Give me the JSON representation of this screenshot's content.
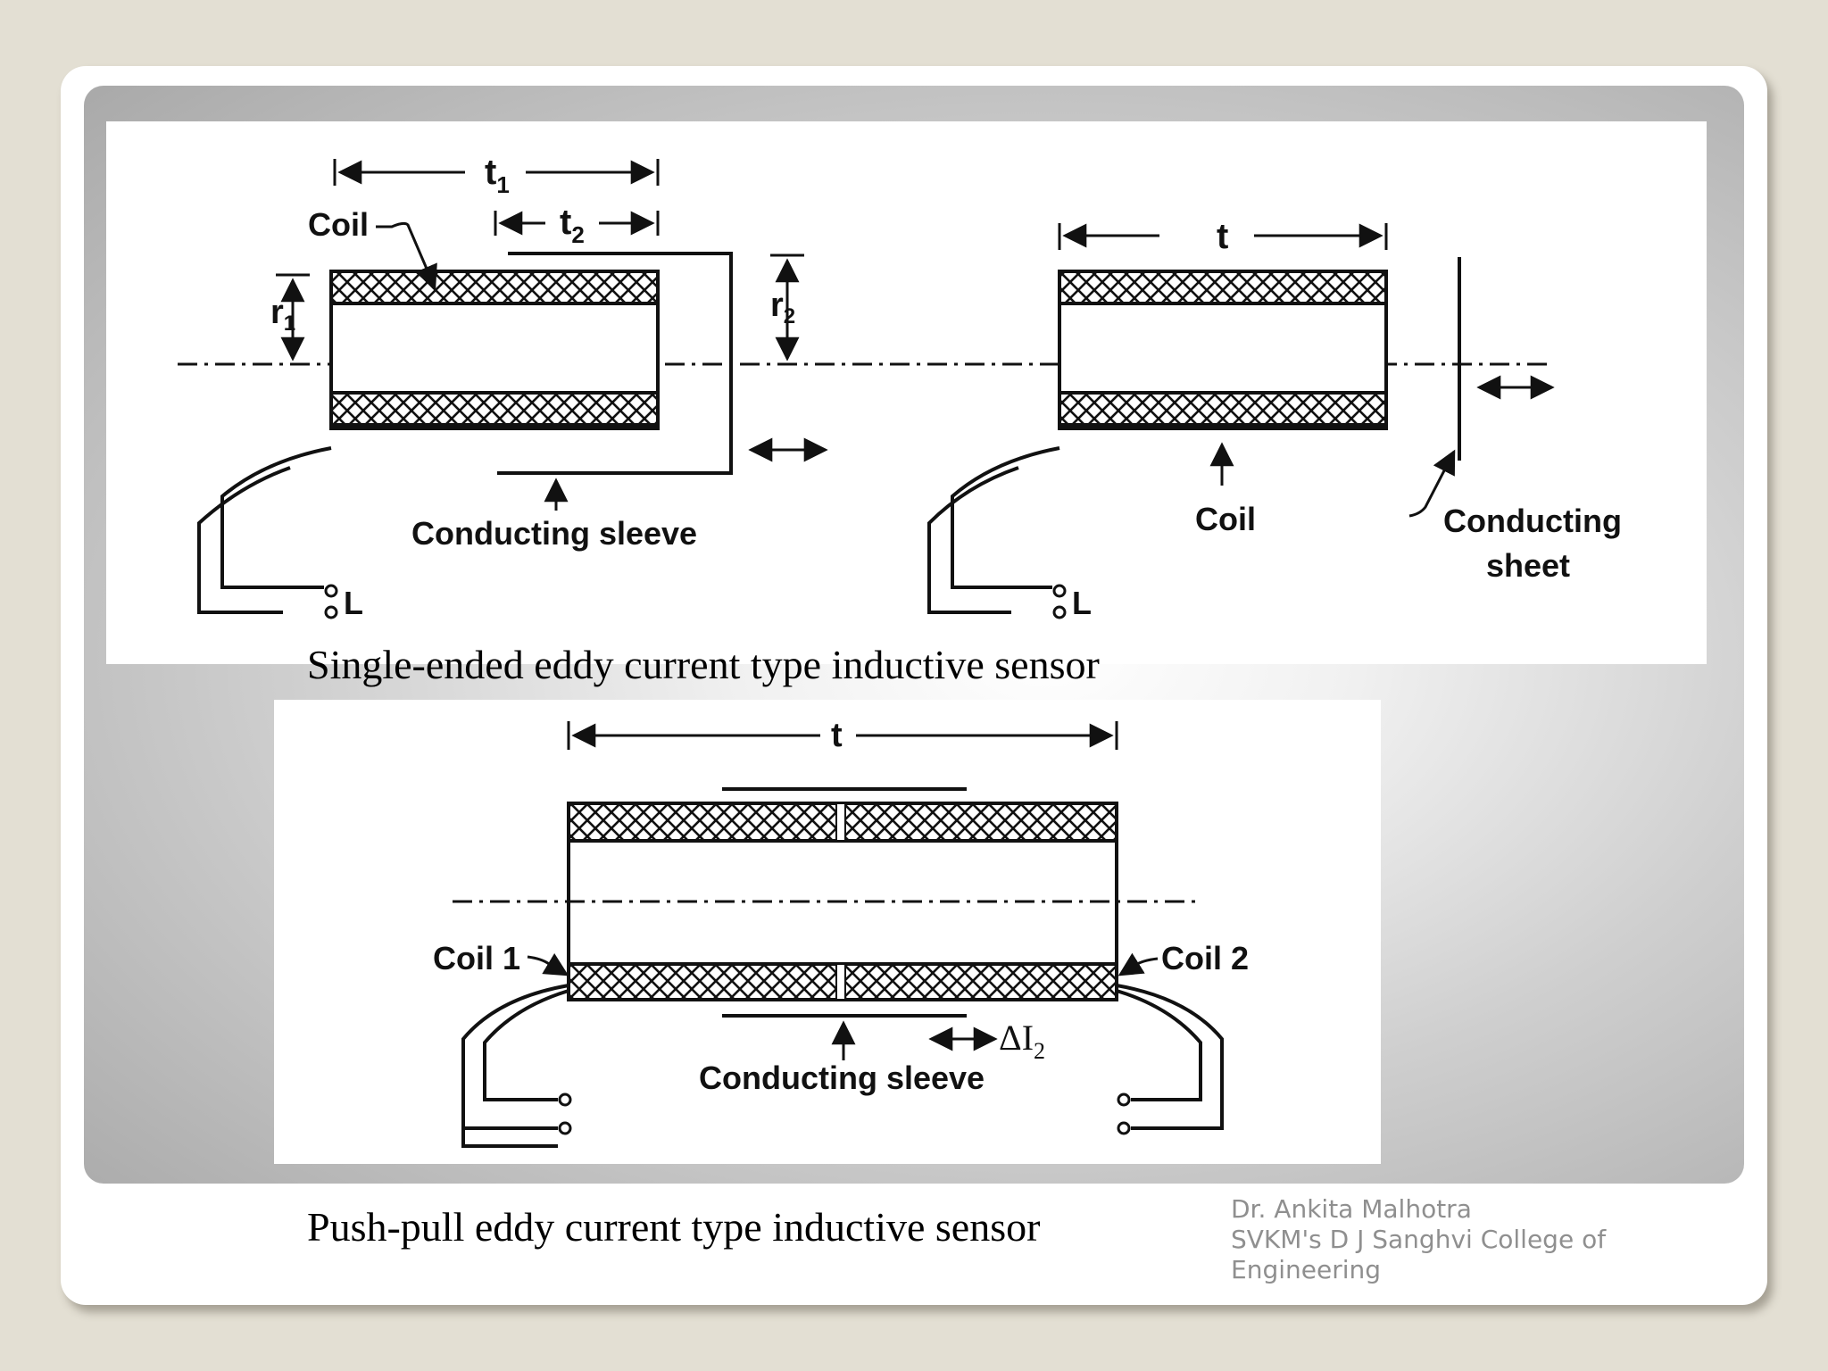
{
  "captions": {
    "single_ended": "Single-ended eddy current type inductive sensor",
    "push_pull": "Push-pull eddy current type inductive sensor"
  },
  "diagram_single_ended": {
    "labels": {
      "t1": "t",
      "t1_sub": "1",
      "t2": "t",
      "t2_sub": "2",
      "r1": "r",
      "r1_sub": "1",
      "r2": "r",
      "r2_sub": "2",
      "coil_left": "Coil",
      "conducting_sleeve": "Conducting sleeve",
      "terminal_left": "L",
      "t_right": "t",
      "coil_right": "Coil",
      "conducting_sheet_line1": "Conducting",
      "conducting_sheet_line2": "sheet",
      "terminal_right": "L"
    }
  },
  "diagram_push_pull": {
    "labels": {
      "t": "t",
      "coil1": "Coil 1",
      "coil2": "Coil 2",
      "conducting_sleeve": "Conducting sleeve",
      "delta": "ΔI",
      "delta_sub": "2"
    }
  },
  "footer": {
    "author": "Dr. Ankita Malhotra",
    "institution_line1": "SVKM's D J Sanghvi College of",
    "institution_line2": "Engineering"
  }
}
